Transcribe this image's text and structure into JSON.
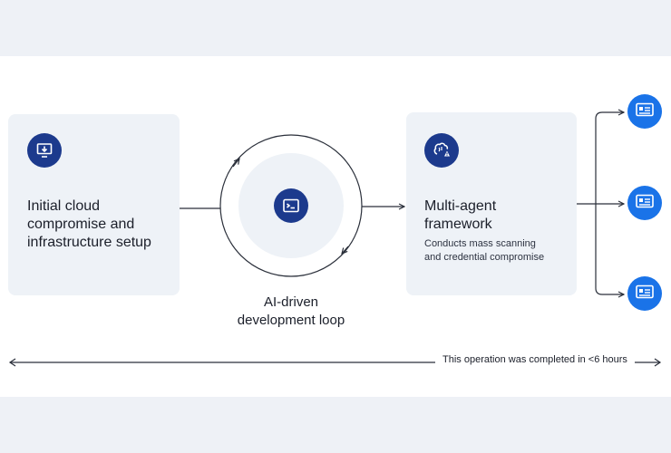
{
  "left_card": {
    "title": "Initial cloud\ncompromise and\ninfrastructure setup",
    "icon": "download-monitor-icon"
  },
  "loop": {
    "label": "AI-driven\ndevelopment loop",
    "icon": "terminal-icon"
  },
  "right_card": {
    "title": "Multi-agent\nframework",
    "subtitle": "Conducts mass scanning\nand credential compromise",
    "icon": "brain-warning-icon"
  },
  "outputs": [
    {
      "icon": "id-card-icon"
    },
    {
      "icon": "id-card-icon"
    },
    {
      "icon": "id-card-icon"
    }
  ],
  "timeline": {
    "label": "This operation was completed in <6 hours"
  },
  "colors": {
    "navy": "#1c3a8d",
    "blue": "#1a73e8",
    "card_bg": "#eef2f7",
    "line": "#2a2f3a"
  }
}
